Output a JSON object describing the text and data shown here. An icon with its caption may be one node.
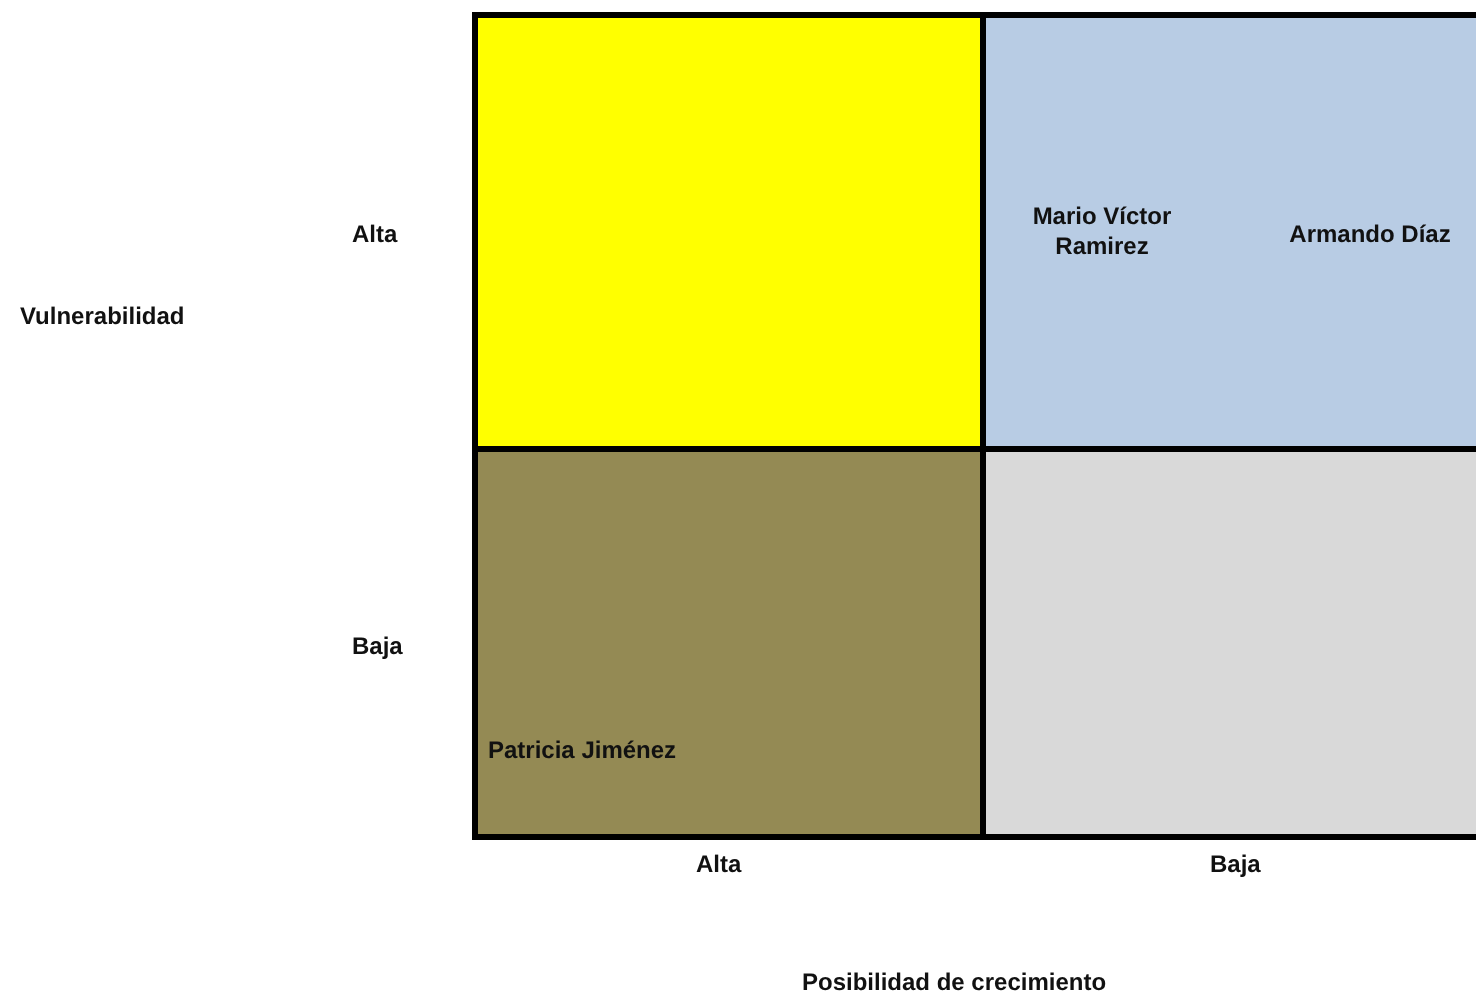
{
  "diagram": {
    "nodes": [
      {
        "text": [],
        "shape": "box"
      },
      {
        "text": [
          "Mario Víctor Ramirez",
          "Armando Díaz"
        ]
      },
      {
        "text": [
          "Patricia Jiménez"
        ]
      },
      {
        "text": [],
        "shape": "box"
      }
    ],
    "labels": [
      "Alta",
      "Vulnerabilidad",
      "Baja",
      "Alta",
      "Baja",
      "Posibilidad de crecimiento"
    ]
  }
}
